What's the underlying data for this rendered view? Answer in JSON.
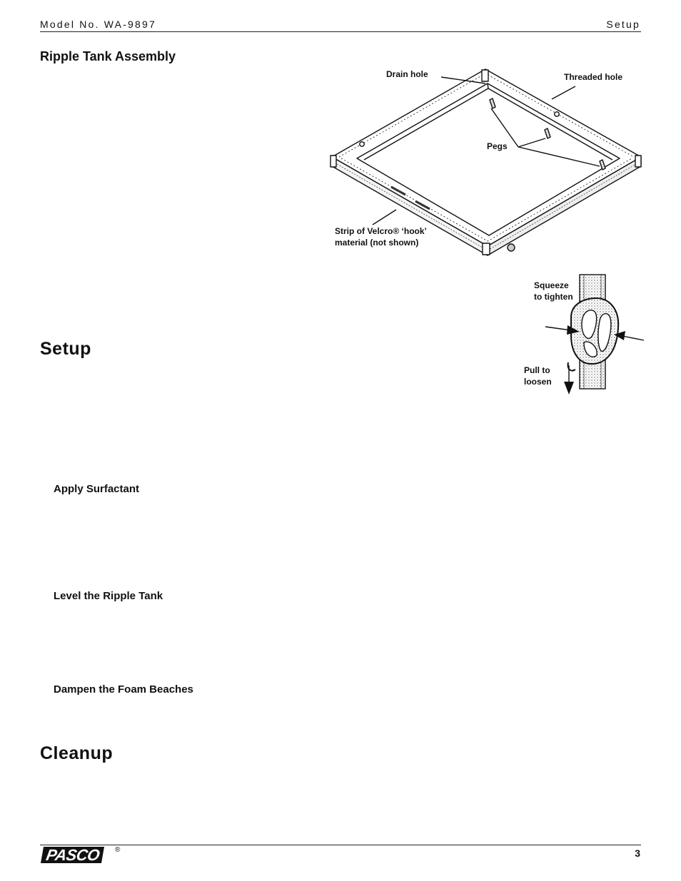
{
  "header": {
    "model": "Model No. WA-9897",
    "section": "Setup"
  },
  "headings": {
    "assembly": "Ripple Tank Assembly",
    "setup": "Setup",
    "surfactant": "Apply Surfactant",
    "level": "Level the Ripple Tank",
    "foam": "Dampen the Foam Beaches",
    "cleanup": "Cleanup"
  },
  "tank_figure": {
    "drain_hole": "Drain hole",
    "threaded_hole": "Threaded hole",
    "pegs": "Pegs",
    "velcro_line1": "Strip of Velcro® ‘hook’",
    "velcro_line2": "material (not shown)"
  },
  "clamp_figure": {
    "squeeze_line1": "Squeeze",
    "squeeze_line2": "to tighten",
    "pull_line1": "Pull to",
    "pull_line2": "loosen"
  },
  "footer": {
    "logo": "PASCO",
    "registered": "®",
    "page_number": "3"
  }
}
